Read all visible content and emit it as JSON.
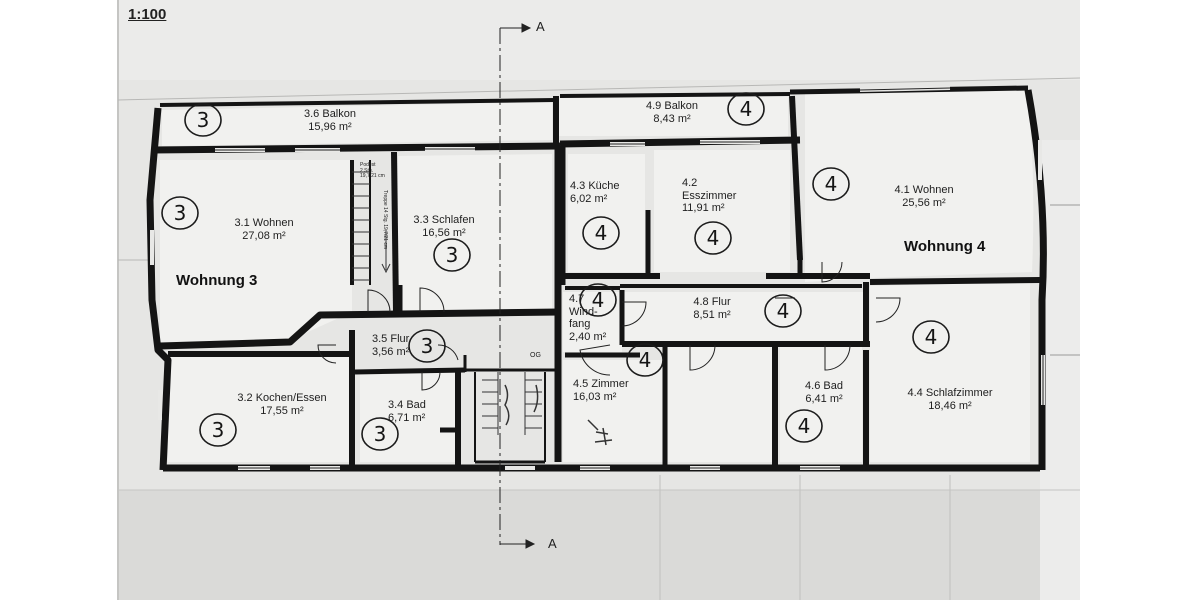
{
  "scale": "1:100",
  "section_marker": "A",
  "floor_code": "OG",
  "stair_note": [
    "Podest",
    "2 Stg.",
    "19,7/21 cm"
  ],
  "stair_vertical_note": "Treppe 14 Stg. 19,7/21 cm",
  "apartments": [
    {
      "id": "wohnung-3",
      "label": "Wohnung 3",
      "number": "3"
    },
    {
      "id": "wohnung-4",
      "label": "Wohnung 4",
      "number": "4"
    }
  ],
  "rooms": [
    {
      "id": "3.1",
      "name": "3.1 Wohnen",
      "area": "27,08 m²"
    },
    {
      "id": "3.2",
      "name": "3.2 Kochen/Essen",
      "area": "17,55 m²"
    },
    {
      "id": "3.3",
      "name": "3.3 Schlafen",
      "area": "16,56 m²"
    },
    {
      "id": "3.4",
      "name": "3.4 Bad",
      "area": "6,71 m²"
    },
    {
      "id": "3.5",
      "name": "3.5 Flur",
      "area": "3,56 m²"
    },
    {
      "id": "3.6",
      "name": "3.6 Balkon",
      "area": "15,96 m²"
    },
    {
      "id": "4.1",
      "name": "4.1 Wohnen",
      "area": "25,56 m²"
    },
    {
      "id": "4.2",
      "name": "4.2",
      "name2": "Esszimmer",
      "area": "11,91 m²"
    },
    {
      "id": "4.3",
      "name": "4.3 Küche",
      "area": "6,02 m²"
    },
    {
      "id": "4.4",
      "name": "4.4 Schlafzimmer",
      "area": "18,46 m²"
    },
    {
      "id": "4.5",
      "name": "4.5 Zimmer",
      "area": "16,03 m²"
    },
    {
      "id": "4.6",
      "name": "4.6 Bad",
      "area": "6,41 m²"
    },
    {
      "id": "4.7",
      "name": "4.7",
      "name2": "Wind-",
      "name3": "fang",
      "area": "2,40 m²"
    },
    {
      "id": "4.8",
      "name": "4.8 Flur",
      "area": "8,51 m²"
    },
    {
      "id": "4.9",
      "name": "4.9 Balkon",
      "area": "8,43 m²"
    }
  ]
}
